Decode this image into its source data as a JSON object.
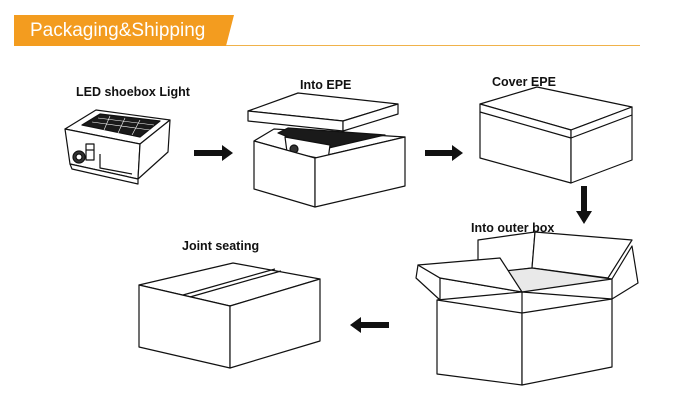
{
  "header": {
    "title": "Packaging&Shipping",
    "accent_color": "#f39c1f"
  },
  "steps": [
    {
      "label": "LED shoebox Light",
      "icon": "led-shoebox-light-drawing"
    },
    {
      "label": "Into EPE",
      "icon": "box-with-light-and-lid-drawing"
    },
    {
      "label": "Cover EPE",
      "icon": "closed-epe-box-drawing"
    },
    {
      "label": "Into outer box",
      "icon": "open-carton-drawing"
    },
    {
      "label": "Joint seating",
      "icon": "sealed-carton-drawing"
    }
  ],
  "arrows": [
    "arrow-right-icon",
    "arrow-right-icon",
    "arrow-down-icon",
    "arrow-left-icon"
  ]
}
